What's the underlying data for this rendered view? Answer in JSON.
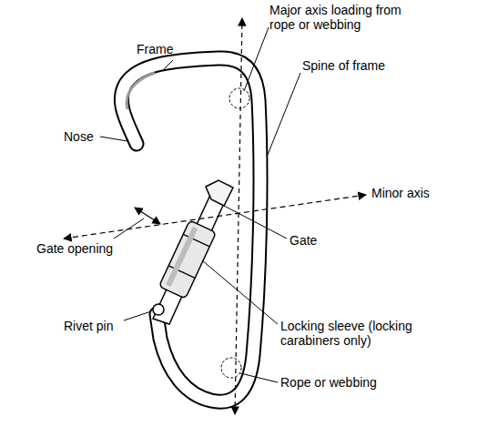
{
  "diagram": {
    "labels": [
      "Major axis loading from rope or webbing",
      "Frame",
      "Spine of frame",
      "Nose",
      "Minor axis",
      "Gate opening",
      "Gate",
      "Rivet pin",
      "Locking sleeve (locking carabiners only)",
      "Rope or webbing"
    ]
  }
}
